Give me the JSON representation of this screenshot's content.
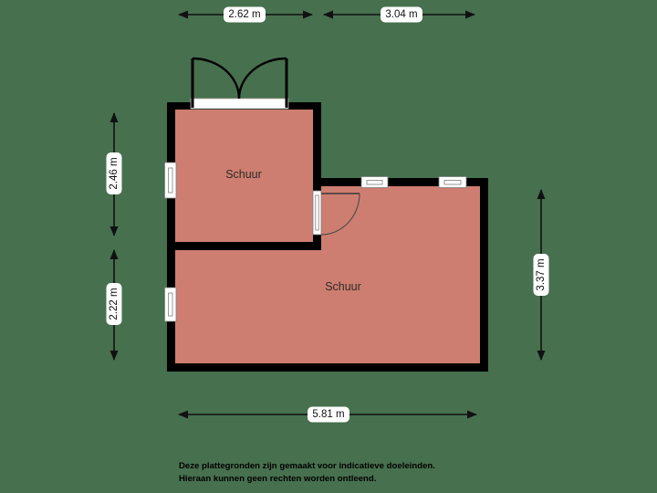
{
  "plan": {
    "colors": {
      "background": "#47704E",
      "room_fill": "#CD7E70",
      "wall": "#000000",
      "dimension": "#111111"
    },
    "rooms": [
      {
        "label": "Schuur"
      },
      {
        "label": "Schuur"
      }
    ],
    "dimensions": {
      "top_left": "2.62 m",
      "top_right": "3.04 m",
      "left_upper": "2.46 m",
      "left_lower": "2.22 m",
      "right": "3.37 m",
      "bottom": "5.81 m"
    }
  },
  "disclaimer": {
    "line1": "Deze plattegronden zijn gemaakt voor indicatieve doeleinden.",
    "line2": "Hieraan kunnen geen rechten worden ontleend."
  }
}
